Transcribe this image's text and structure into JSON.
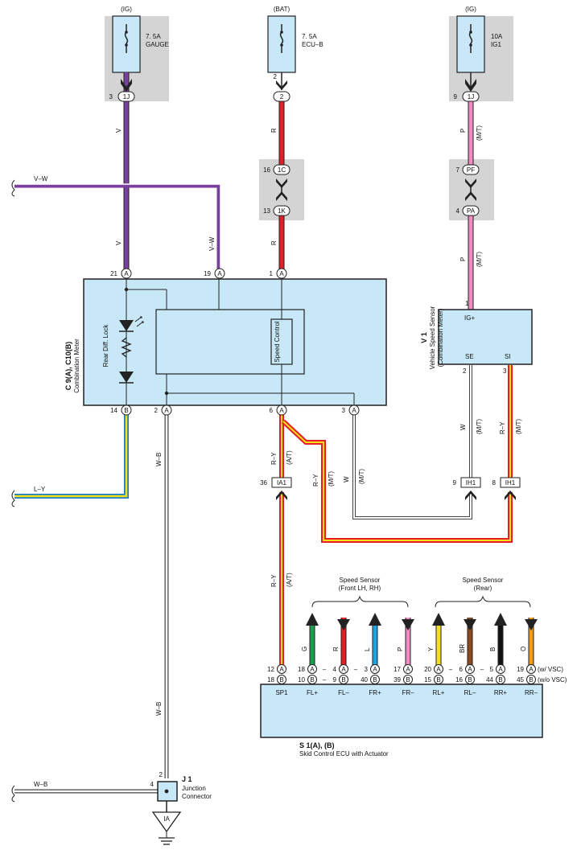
{
  "sources": {
    "gauge": {
      "supply": "(IG)",
      "amp": "7. 5A",
      "name": "GAUGE",
      "pin": "3",
      "conn": "1J"
    },
    "ecub": {
      "supply": "(BAT)",
      "amp": "7. 5A",
      "name": "ECU–B",
      "pin": "2",
      "conn": "2"
    },
    "ig1": {
      "supply": "(IG)",
      "amp": "10A",
      "name": "IG1",
      "pin": "9",
      "conn": "1J"
    }
  },
  "wires": {
    "v": "V",
    "vw": "V–W",
    "r": "R",
    "p": "P",
    "mt": "(M/T)",
    "at": "(A/T)",
    "ly": "L–Y",
    "wb": "W–B",
    "ry": "R–Y",
    "w": "W",
    "g": "G",
    "l": "L",
    "y": "Y",
    "br": "BR",
    "b": "B",
    "o": "O"
  },
  "junctions": {
    "c16": {
      "pin": "16",
      "conn": "1C"
    },
    "k13": {
      "pin": "13",
      "conn": "1K"
    },
    "pf7": {
      "pin": "7",
      "conn": "PF"
    },
    "pa4": {
      "pin": "4",
      "conn": "PA"
    }
  },
  "meter": {
    "code": "C 9(A), C10(B)",
    "name": "Combination Meter",
    "lamp": "Rear Diff. Lock",
    "speed_label": "Speed Control",
    "pins": {
      "p21": "21",
      "p19": "19",
      "p1": "1",
      "p14": "14",
      "p2": "2",
      "p6": "6",
      "p3": "3"
    },
    "conn_a": "A",
    "conn_b": "B"
  },
  "sensor": {
    "code": "V 1",
    "name": "Vehicle Speed Sensor",
    "sub": "(Combination Meter)",
    "pin_ig": "1",
    "ig": "IG+",
    "se": "SE",
    "si": "SI",
    "pin_se": "2",
    "pin_si": "3"
  },
  "connectors": {
    "ia1_pin": "36",
    "ia1": "IA1",
    "ih1a_pin": "9",
    "ih1b_pin": "8",
    "ih1": "IH1"
  },
  "ecu": {
    "code": "S 1(A), (B)",
    "name": "Skid Control ECU with Actuator",
    "group_front": "Speed Sensor",
    "group_front_sub": "(Front LH,  RH)",
    "group_rear": "Speed Sensor",
    "group_rear_sub": "(Rear)",
    "row_vsc": "(w/ VSC)",
    "row_novsc": "(w/o VSC)",
    "dash": "–",
    "sp1": {
      "a": "12",
      "b": "18",
      "term": "SP1"
    },
    "terms": [
      {
        "a": "18",
        "b": "10",
        "term": "FL+"
      },
      {
        "a": "4",
        "b": "9",
        "term": "FL–"
      },
      {
        "a": "3",
        "b": "40",
        "term": "FR+"
      },
      {
        "a": "17",
        "b": "39",
        "term": "FR–"
      },
      {
        "a": "20",
        "b": "15",
        "term": "RL+"
      },
      {
        "a": "6",
        "b": "16",
        "term": "RL–"
      },
      {
        "a": "5",
        "b": "44",
        "term": "RR+"
      },
      {
        "a": "19",
        "b": "45",
        "term": "RR–"
      }
    ]
  },
  "jconn": {
    "code": "J 1",
    "name1": "Junction",
    "name2": "Connector",
    "pin_top": "2",
    "pin_left": "4",
    "ground": "IA"
  },
  "colors": {
    "violet": "#7b3fa0",
    "red": "#e31e24",
    "pink": "#f08cc0",
    "box": "#c8e8f8",
    "grey": "#d4d4d4",
    "green": "#1aa04a",
    "blue": "#22a3e0",
    "yellow": "#f7e01a",
    "brown": "#8b4a1e",
    "orange": "#f49a1a"
  }
}
